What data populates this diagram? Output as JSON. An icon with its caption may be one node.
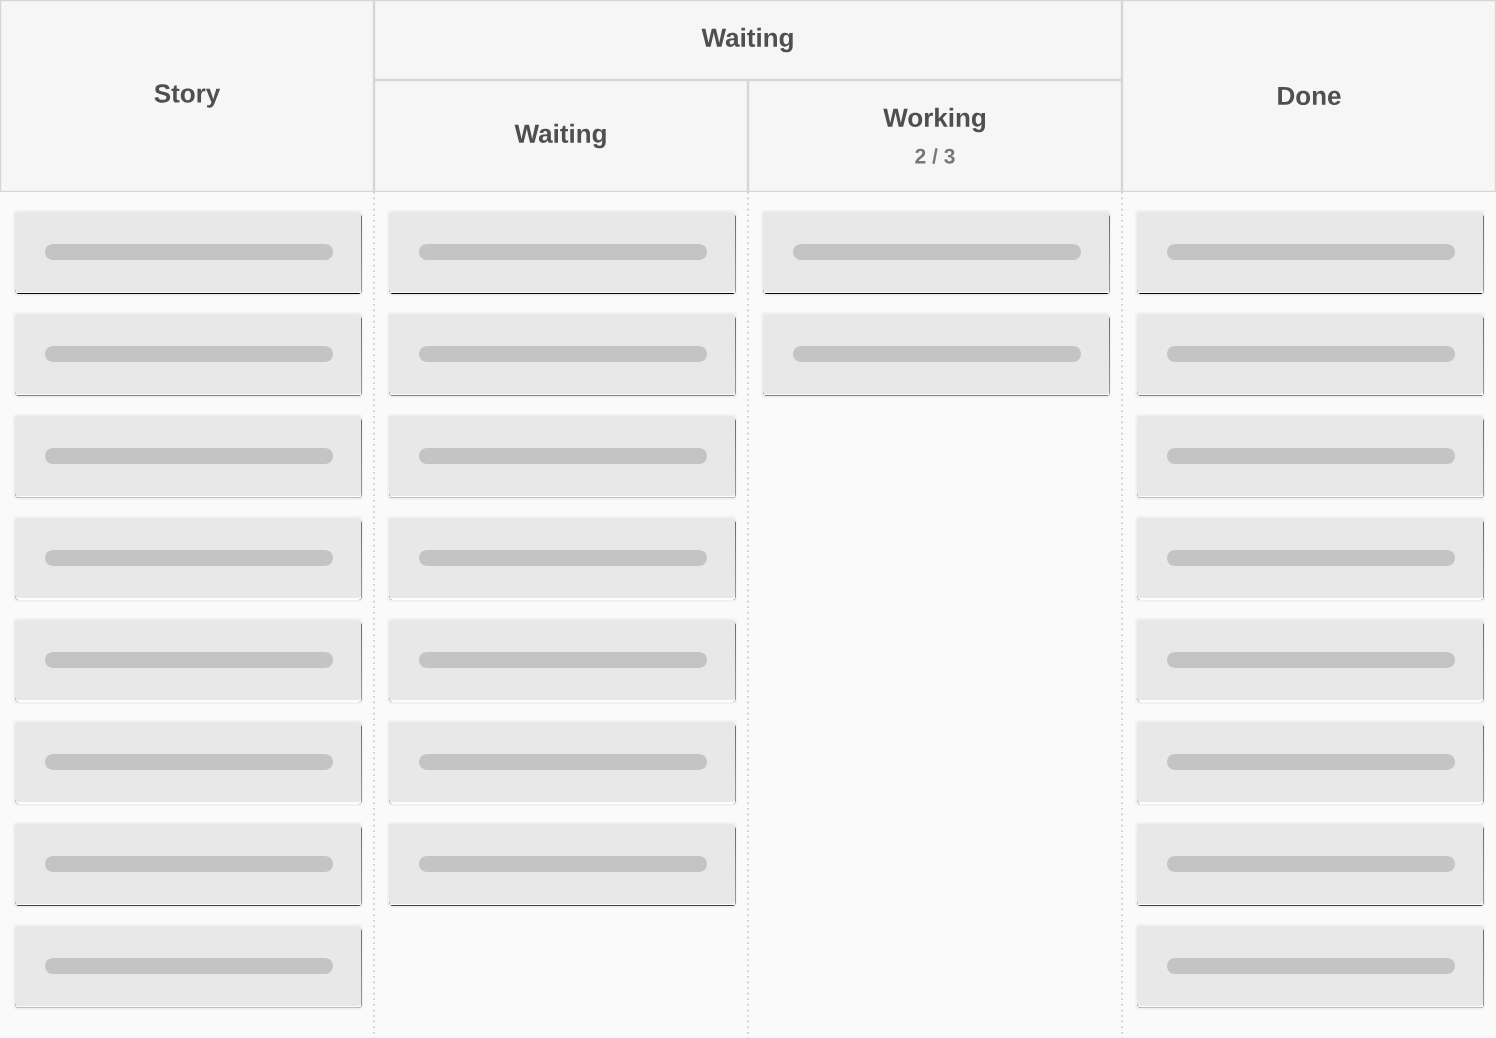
{
  "diagram": {
    "nodes": [
      {
        "text": [
          "Story"
        ]
      },
      {
        "text": [
          "Waiting"
        ]
      },
      {
        "text": [
          "Waiting"
        ]
      },
      {
        "text": [
          "Working",
          "2 / 3"
        ]
      },
      {
        "text": [
          "Done"
        ]
      },
      {
        "text": [],
        "shape": "box"
      },
      {
        "text": [],
        "shape": "box"
      },
      {
        "text": [],
        "shape": "box"
      },
      {
        "text": [],
        "shape": "box"
      },
      {
        "text": [],
        "shape": "box"
      },
      {
        "text": [],
        "shape": "box"
      },
      {
        "text": [],
        "shape": "box"
      },
      {
        "text": [],
        "shape": "box"
      },
      {
        "text": [],
        "shape": "box"
      },
      {
        "text": [],
        "shape": "box"
      },
      {
        "text": [],
        "shape": "box"
      },
      {
        "text": [],
        "shape": "box"
      },
      {
        "text": [],
        "shape": "box"
      },
      {
        "text": [],
        "shape": "box"
      },
      {
        "text": [],
        "shape": "box"
      },
      {
        "text": [],
        "shape": "box"
      },
      {
        "text": [],
        "shape": "box"
      },
      {
        "text": [],
        "shape": "box"
      },
      {
        "text": [],
        "shape": "box"
      },
      {
        "text": [],
        "shape": "box"
      },
      {
        "text": [],
        "shape": "box"
      },
      {
        "text": [],
        "shape": "box"
      },
      {
        "text": [],
        "shape": "box"
      },
      {
        "text": [],
        "shape": "box"
      },
      {
        "text": [],
        "shape": "box"
      }
    ]
  }
}
